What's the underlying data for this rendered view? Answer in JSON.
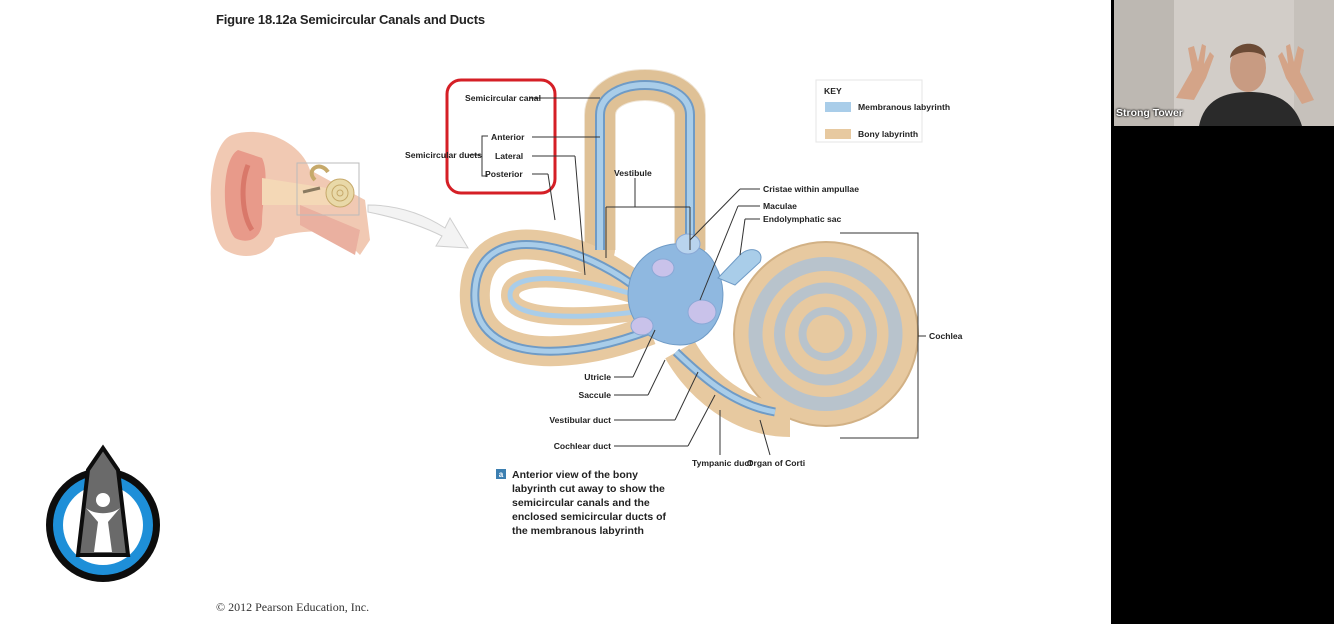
{
  "slide": {
    "title": "Figure 18.12a  Semicircular Canals and Ducts",
    "copyright": "© 2012 Pearson Education, Inc."
  },
  "key": {
    "heading": "KEY",
    "membranous": "Membranous labyrinth",
    "bony": "Bony labyrinth",
    "colors": {
      "membranous": "#a9cde9",
      "bony": "#e7c9a0",
      "highlight": "#d51f26"
    }
  },
  "labels": {
    "semicircular_canal": "Semicircular canal",
    "semicircular_ducts": "Semicircular ducts",
    "anterior": "Anterior",
    "lateral": "Lateral",
    "posterior": "Posterior",
    "vestibule": "Vestibule",
    "cristae": "Cristae within ampullae",
    "maculae": "Maculae",
    "endolymphatic_sac": "Endolymphatic sac",
    "cochlea": "Cochlea",
    "utricle": "Utricle",
    "saccule": "Saccule",
    "vestibular_duct": "Vestibular duct",
    "cochlear_duct": "Cochlear duct",
    "tympanic_duct": "Tympanic duct",
    "organ_of_corti": "Organ of Corti"
  },
  "caption": {
    "badge": "a",
    "lines": [
      "Anterior view of the bony",
      "labyrinth cut away to show the",
      "semicircular canals and the",
      "enclosed semicircular ducts of",
      "the membranous labyrinth"
    ]
  },
  "video": {
    "participant": "Strong Tower"
  }
}
